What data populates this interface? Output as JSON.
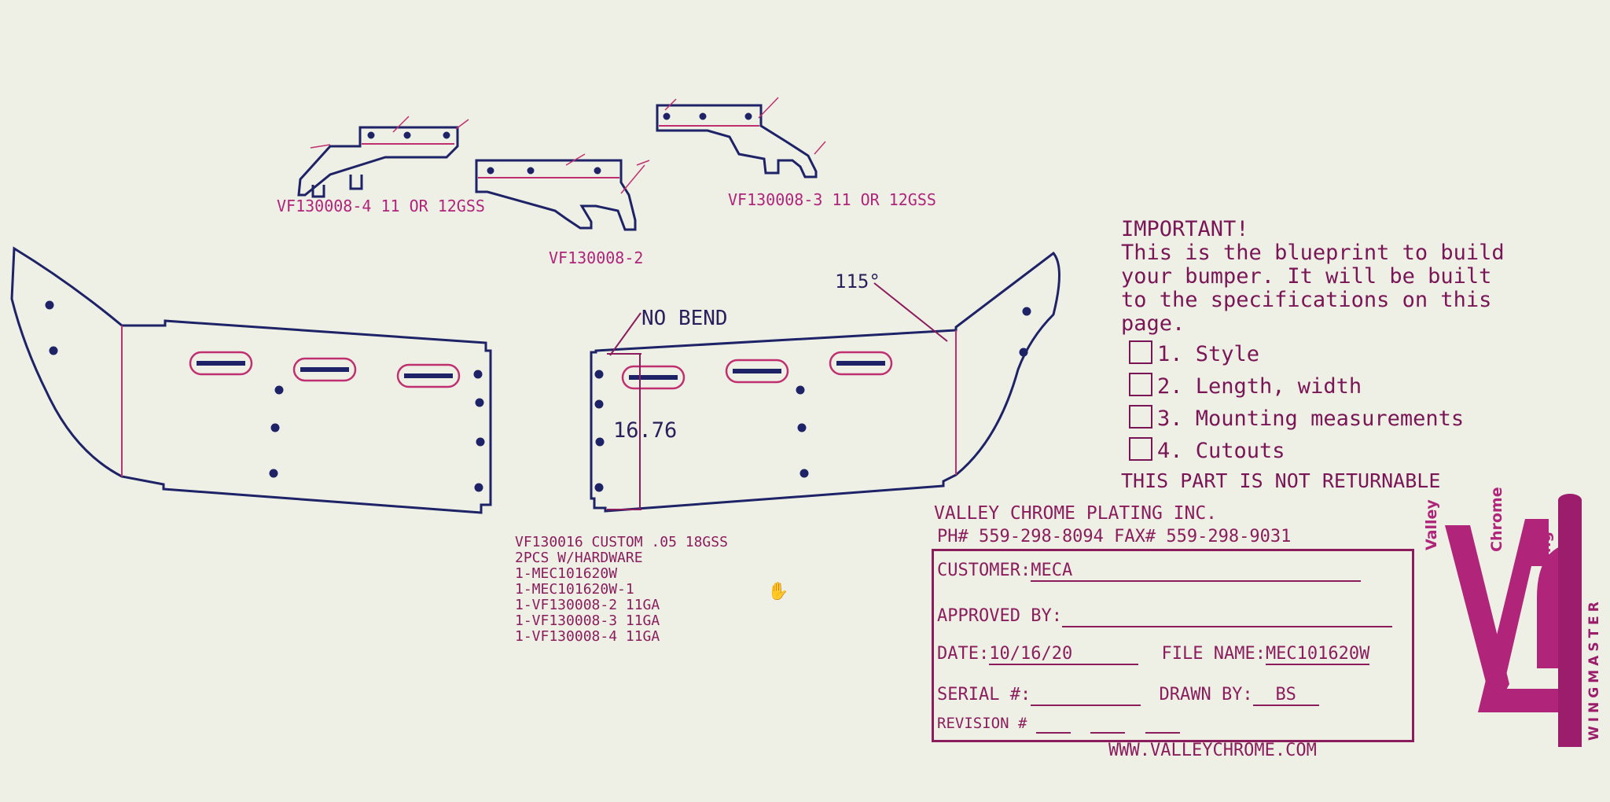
{
  "parts": {
    "p4_label": "VF130008-4 11 OR 12GSS",
    "p2_label": "VF130008-2",
    "p3_label": "VF130008-3 11 OR 12GSS"
  },
  "drawing": {
    "no_bend": "NO BEND",
    "dimension": "16.76",
    "angle": "115°"
  },
  "bom": {
    "lines": [
      "VF130016 CUSTOM .05 18GSS",
      " 2PCS W/HARDWARE",
      " 1-MEC101620W",
      " 1-MEC101620W-1",
      " 1-VF130008-2  11GA",
      " 1-VF130008-3  11GA",
      " 1-VF130008-4  11GA"
    ]
  },
  "important": {
    "heading": "IMPORTANT!",
    "text_lines": [
      "This is the blueprint to build",
      "your bumper. It will be built",
      "to the specifications on this",
      "page."
    ],
    "items": [
      "1. Style",
      "2. Length, width",
      "3. Mounting measurements",
      "4. Cutouts"
    ],
    "note": "THIS PART IS NOT RETURNABLE"
  },
  "company": {
    "name": "VALLEY CHROME PLATING INC.",
    "phone_line": "PH# 559-298-8094 FAX# 559-298-9031",
    "website": "WWW.VALLEYCHROME.COM"
  },
  "form": {
    "customer_label": "CUSTOMER:",
    "customer_value": "MECA",
    "approved_label": "APPROVED BY:",
    "date_label": "DATE:",
    "date_value": "10/16/20",
    "file_label": "FILE NAME:",
    "file_value": "MEC101620W",
    "serial_label": "SERIAL #:",
    "drawn_label": "DRAWN BY:",
    "drawn_value": "BS",
    "revision_label": "REVISION #"
  },
  "logo": {
    "initials": "VCP",
    "word1": "Valley",
    "word2": "Chrome",
    "word3": "Plating",
    "vertical": "WINGMASTER"
  },
  "colors": {
    "outline": "#1e2266",
    "magenta": "#8b1d5c",
    "background": "#eef0e6"
  }
}
